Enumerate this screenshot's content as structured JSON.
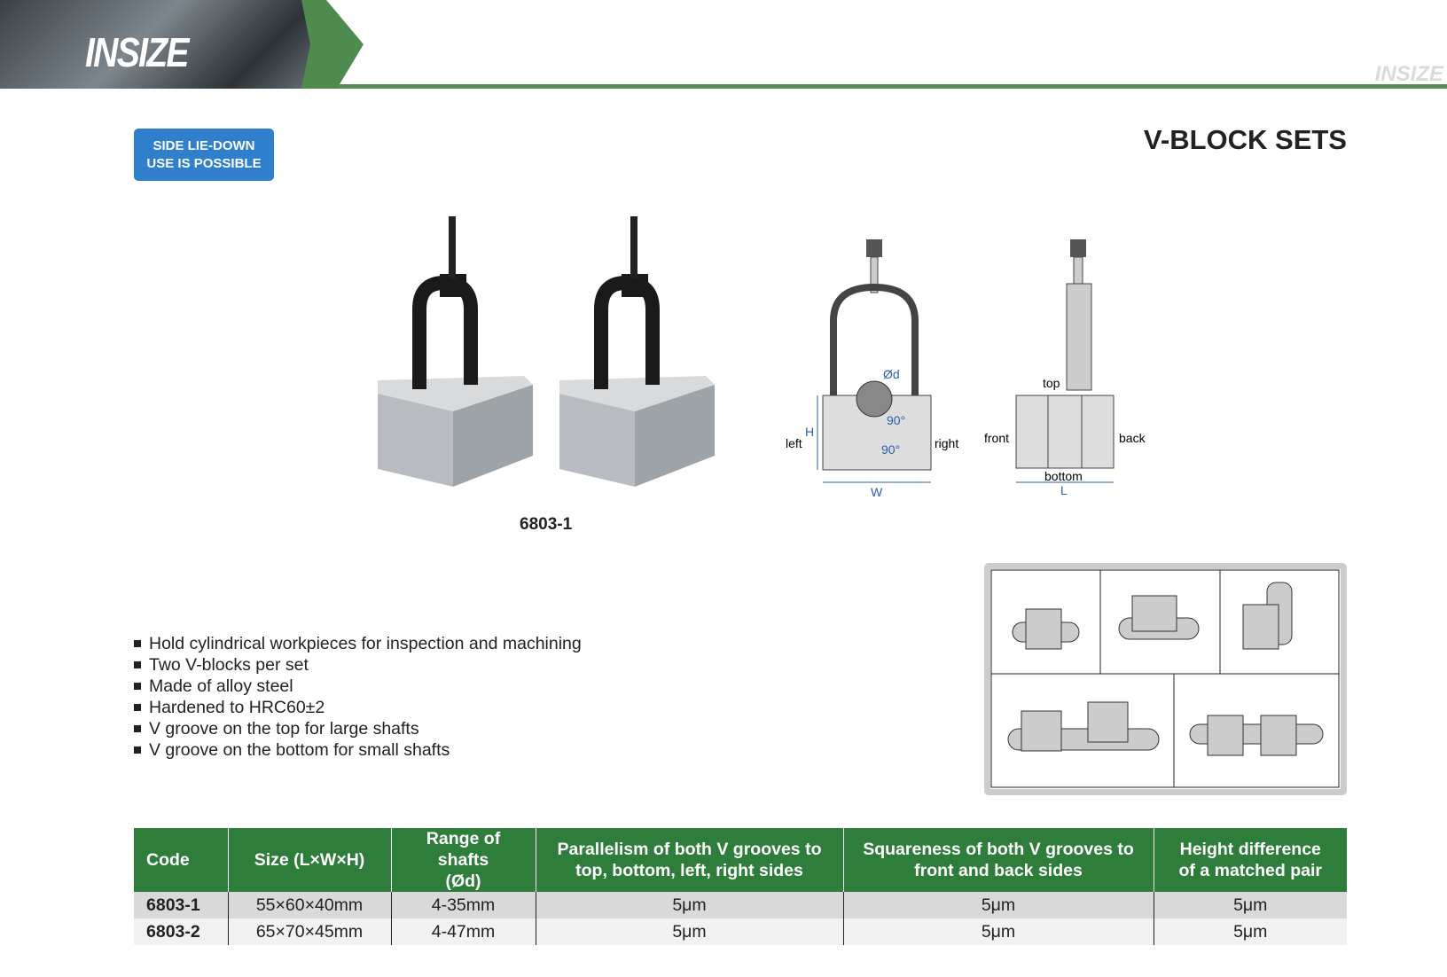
{
  "brand": {
    "logo": "INSIZE",
    "watermark": "INSIZE"
  },
  "badge": {
    "line1": "SIDE LIE-DOWN",
    "line2": "USE IS POSSIBLE"
  },
  "title": "V-BLOCK SETS",
  "product_caption": "6803-1",
  "diagram": {
    "labels": {
      "left": "left",
      "right": "right",
      "H": "H",
      "W": "W",
      "d": "Ød",
      "angle1": "90°",
      "angle2": "90°",
      "top": "top",
      "front": "front",
      "back": "back",
      "bottom": "bottom",
      "L": "L"
    }
  },
  "features": [
    "Hold cylindrical workpieces for inspection and machining",
    "Two V-blocks per set",
    "Made of alloy steel",
    "Hardened to HRC60±2",
    "V groove on the top for large shafts",
    "V groove on the bottom for small shafts"
  ],
  "table": {
    "headers": [
      "Code",
      "Size (L×W×H)",
      "Range of shafts (Ød)",
      "Parallelism of both V grooves to top, bottom, left, right sides",
      "Squareness of both V grooves to front and back sides",
      "Height difference of a matched pair"
    ],
    "rows": [
      [
        "6803-1",
        "55×60×40mm",
        "4-35mm",
        "5μm",
        "5μm",
        "5μm"
      ],
      [
        "6803-2",
        "65×70×45mm",
        "4-47mm",
        "5μm",
        "5μm",
        "5μm"
      ]
    ]
  },
  "colors": {
    "green": "#2e7d3b",
    "badge_blue": "#2f7fcc"
  }
}
